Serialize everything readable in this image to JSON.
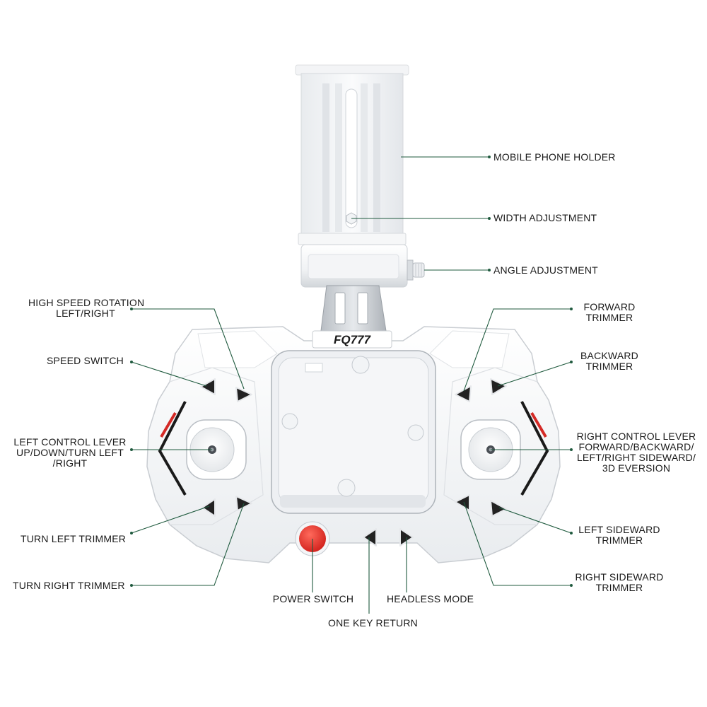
{
  "brand_label": "FQ777",
  "labels": {
    "mobile_phone_holder": [
      "MOBILE PHONE HOLDER"
    ],
    "width_adjustment": [
      "WIDTH ADJUSTMENT"
    ],
    "angle_adjustment": [
      "ANGLE ADJUSTMENT"
    ],
    "high_speed_rotation": [
      "HIGH SPEED ROTATION",
      "LEFT/RIGHT"
    ],
    "speed_switch": [
      "SPEED SWITCH"
    ],
    "left_control_lever": [
      "LEFT CONTROL LEVER",
      "UP/DOWN/TURN LEFT",
      "/RIGHT"
    ],
    "turn_left_trimmer": [
      "TURN LEFT TRIMMER"
    ],
    "turn_right_trimmer": [
      "TURN RIGHT TRIMMER"
    ],
    "power_switch": [
      "POWER SWITCH"
    ],
    "one_key_return": [
      "ONE KEY RETURN"
    ],
    "headless_mode": [
      "HEADLESS MODE"
    ],
    "forward_trimmer": [
      "FORWARD",
      "TRIMMER"
    ],
    "backward_trimmer": [
      "BACKWARD",
      "TRIMMER"
    ],
    "right_control_lever": [
      "RIGHT CONTROL LEVER",
      "FORWARD/BACKWARD/",
      "LEFT/RIGHT SIDEWARD/",
      "3D EVERSION"
    ],
    "left_sideward_trimmer": [
      "LEFT SIDEWARD",
      "TRIMMER"
    ],
    "right_sideward_trimmer": [
      "RIGHT SIDEWARD",
      "TRIMMER"
    ]
  },
  "colors": {
    "leader_line": "#1f5a3e",
    "power_button": "#e8332e",
    "body_white": "#ffffff",
    "button_dark": "#222222",
    "accent_red": "#d42a26"
  }
}
